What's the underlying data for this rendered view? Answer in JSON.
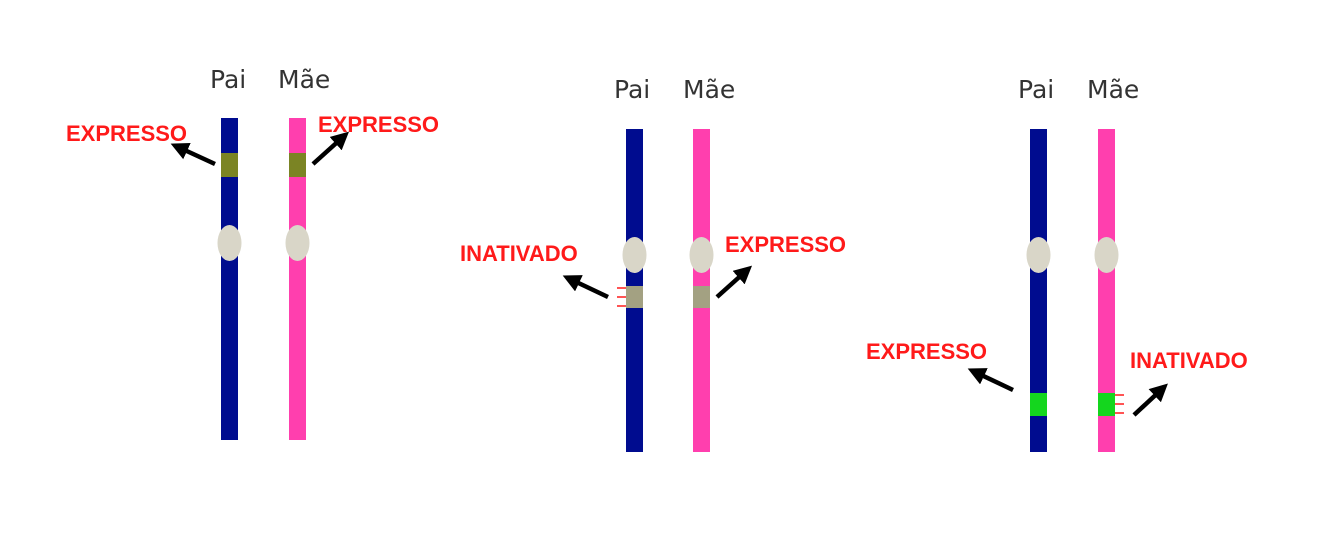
{
  "colors": {
    "father_chromosome": "#000c8f",
    "mother_chromosome": "#ff3fae",
    "centromere": "#d9d6c8",
    "label": "#ff1a1a",
    "arrow": "#000000",
    "imprint_marks": "#ff1a1a"
  },
  "panels": [
    {
      "father_label": "Pai",
      "mother_label": "Mãe",
      "father_gene": {
        "state": "EXPRESSO",
        "color": "#7b8424",
        "marked": false
      },
      "mother_gene": {
        "state": "EXPRESSO",
        "color": "#7b8424",
        "marked": false
      }
    },
    {
      "father_label": "Pai",
      "mother_label": "Mãe",
      "father_gene": {
        "state": "INATIVADO",
        "color": "#a3a182",
        "marked": true
      },
      "mother_gene": {
        "state": "EXPRESSO",
        "color": "#a3a182",
        "marked": false
      }
    },
    {
      "father_label": "Pai",
      "mother_label": "Mãe",
      "father_gene": {
        "state": "EXPRESSO",
        "color": "#14d61e",
        "marked": false
      },
      "mother_gene": {
        "state": "INATIVADO",
        "color": "#14d61e",
        "marked": true
      }
    }
  ]
}
